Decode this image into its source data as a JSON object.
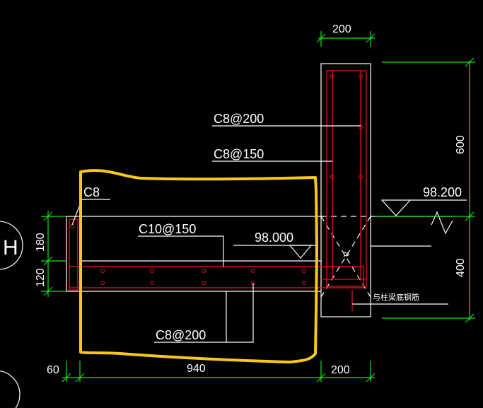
{
  "dimensions": {
    "top_width": "200",
    "column_height": "600",
    "bottom_height": "400",
    "slab_top": "180",
    "slab_bottom": "120",
    "left_offset": "60",
    "span": "940",
    "right_width": "200"
  },
  "labels": {
    "col_stirrup": "C8@200",
    "col_tie": "C8@150",
    "left_bar": "C8",
    "slab_top_bar": "C10@150",
    "slab_bottom_bar": "C8@200",
    "elev_right": "98.200",
    "elev_left": "98.000",
    "note": "与柱梁底钢筋",
    "marker": "a"
  },
  "axes": {
    "top": "H"
  },
  "colors": {
    "background": "#000000",
    "dimension": "#19e01a",
    "rebar": "#e0141e",
    "outline": "#ffffff",
    "highlight": "#f8c81a"
  }
}
